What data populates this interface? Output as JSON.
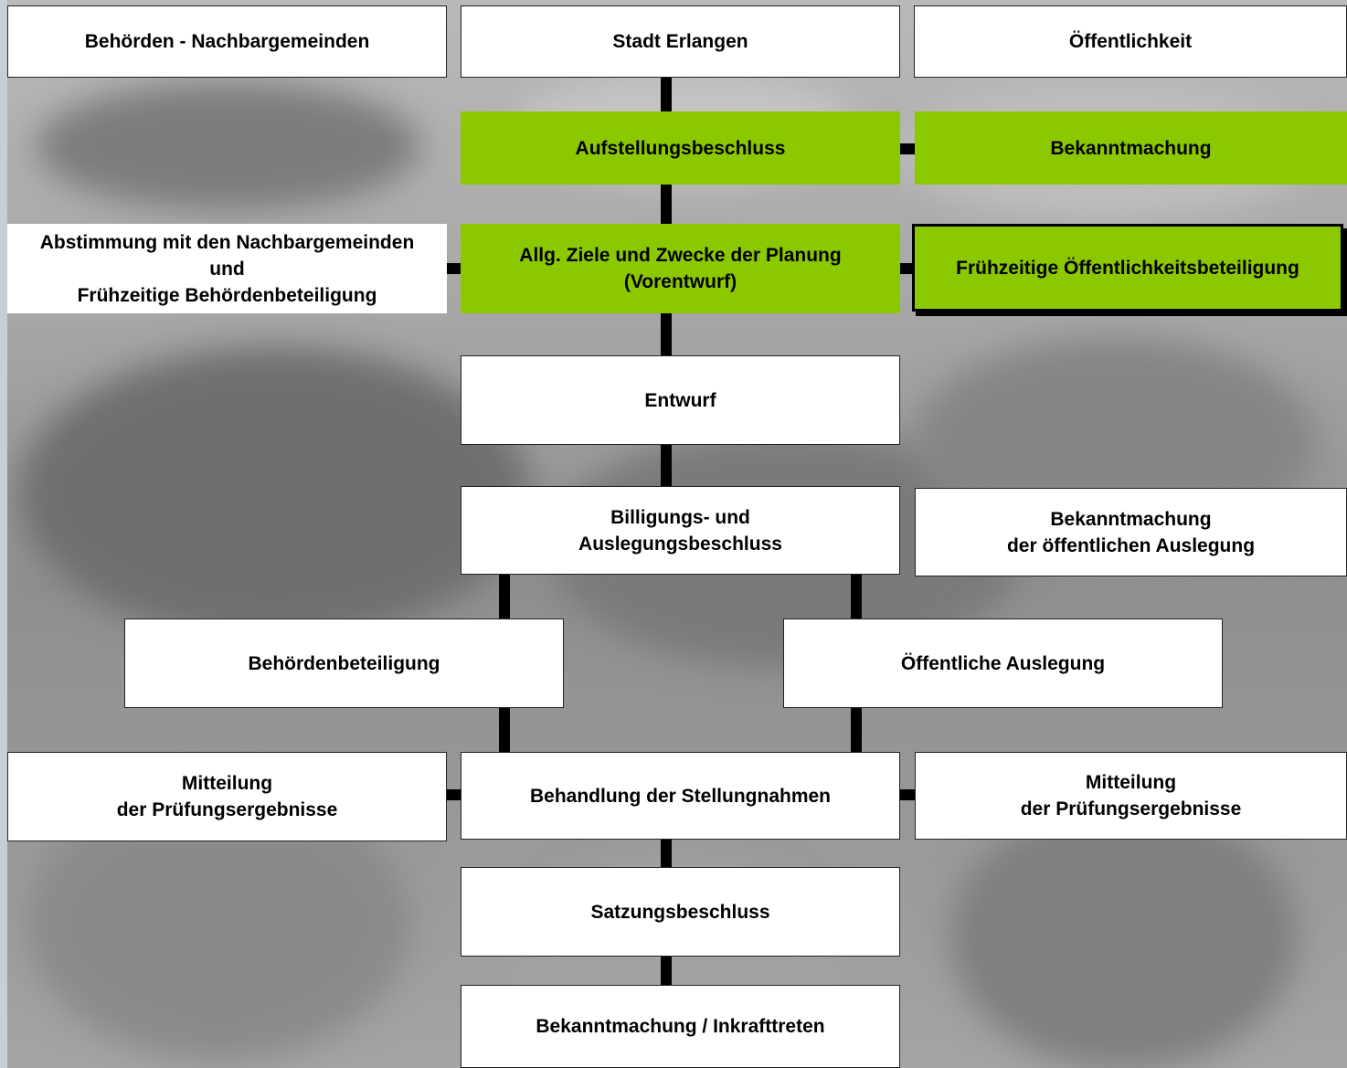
{
  "columns": {
    "left": "Behörden - Nachbargemeinden",
    "center": "Stadt Erlangen",
    "right": "Öffentlichkeit"
  },
  "steps": {
    "aufstellungsbeschluss": "Aufstellungsbeschluss",
    "bekanntmachung_1": "Bekanntmachung",
    "abstimmung": "Abstimmung mit den Nachbargemeinden\nund\nFrühzeitige Behördenbeteiligung",
    "ziele": "Allg. Ziele und Zwecke der Planung\n(Vorentwurf)",
    "fruehzeitig": "Frühzeitige Öffentlichkeitsbeteiligung",
    "entwurf": "Entwurf",
    "billigung": "Billigungs- und\nAuslegungsbeschluss",
    "bekanntmachung_2": "Bekanntmachung\nder öffentlichen Auslegung",
    "behoerdenbeteiligung": "Behördenbeteiligung",
    "oeffentliche_auslegung": "Öffentliche Auslegung",
    "mitteilung_left": "Mitteilung\nder Prüfungsergebnisse",
    "behandlung": "Behandlung der Stellungnahmen",
    "mitteilung_right": "Mitteilung\nder Prüfungsergebnisse",
    "satzungsbeschluss": "Satzungsbeschluss",
    "inkrafttreten": "Bekanntmachung / Inkrafttreten"
  },
  "colors": {
    "green": "#8cc800",
    "box": "#ffffff",
    "connector": "#000000"
  }
}
